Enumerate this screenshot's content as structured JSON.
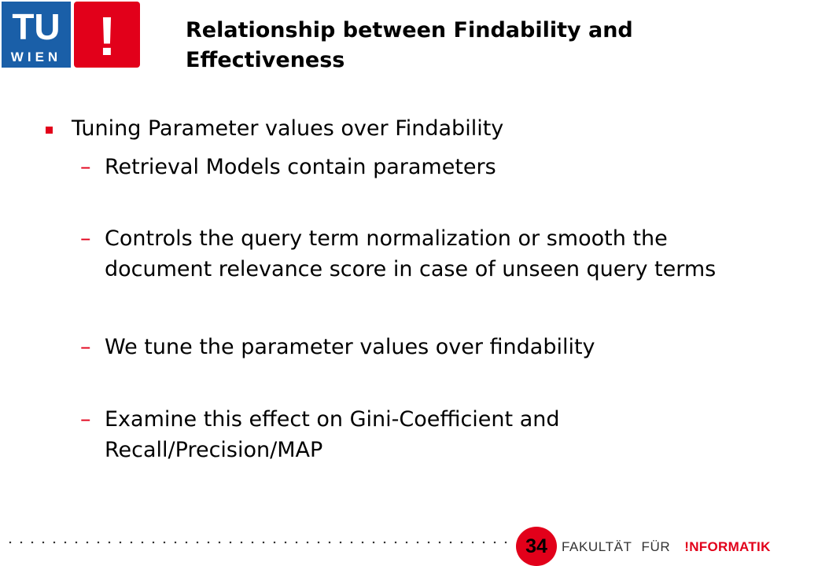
{
  "header": {
    "logo": {
      "line1": "TU",
      "line2": "WIEN",
      "mark": "!",
      "colors": {
        "blue": "#1a5fa8",
        "red": "#e2001a"
      }
    },
    "title_line1": "Relationship between Findability and",
    "title_line2": "Effectiveness"
  },
  "content": {
    "bullet": "Tuning Parameter values over Findability",
    "subitems": [
      {
        "dash": "–",
        "lines": [
          "Retrieval Models contain parameters"
        ]
      },
      {
        "dash": "–",
        "lines": [
          "Controls the query term normalization or smooth the",
          "document relevance score in case of unseen query terms"
        ]
      },
      {
        "dash": "–",
        "lines": [
          "We tune the parameter values over findability"
        ]
      },
      {
        "dash": "–",
        "lines": [
          "Examine this effect on Gini-Coefficient and",
          "Recall/Precision/MAP"
        ]
      }
    ]
  },
  "footer": {
    "page_number": "34",
    "faculty_word1": "FAKULTÄT",
    "faculty_word2": "FÜR",
    "faculty_word3": "!NFORMATIK",
    "accent_color": "#e2001a"
  }
}
